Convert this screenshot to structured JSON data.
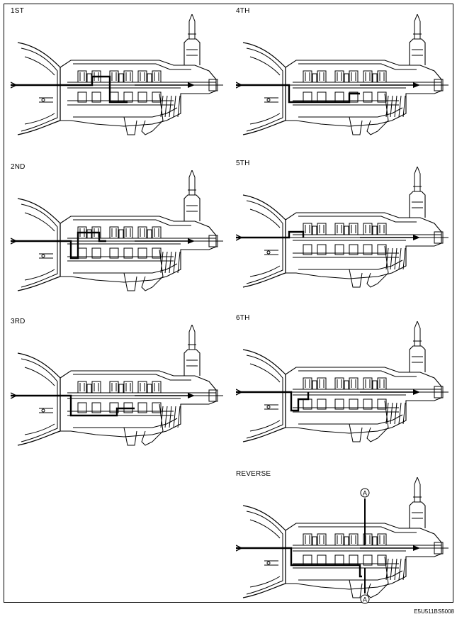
{
  "panels": [
    {
      "id": "1st",
      "label": "1ST",
      "gear": "1ST",
      "power_flow": "first-gear"
    },
    {
      "id": "4th",
      "label": "4TH",
      "gear": "4TH",
      "power_flow": "fourth-gear"
    },
    {
      "id": "2nd",
      "label": "2ND",
      "gear": "2ND",
      "power_flow": "second-gear"
    },
    {
      "id": "5th",
      "label": "5TH",
      "gear": "5TH",
      "power_flow": "fifth-gear"
    },
    {
      "id": "3rd",
      "label": "3RD",
      "gear": "3RD",
      "power_flow": "third-gear"
    },
    {
      "id": "6th",
      "label": "6TH",
      "gear": "6TH",
      "power_flow": "sixth-gear"
    },
    {
      "id": "reverse",
      "label": "REVERSE",
      "gear": "REVERSE",
      "power_flow": "reverse-gear",
      "markers": [
        "A",
        "A"
      ]
    }
  ],
  "figure_code": "E5U511BS5008",
  "colors": {
    "line": "#000000",
    "background": "#ffffff",
    "flow": "#000000"
  }
}
